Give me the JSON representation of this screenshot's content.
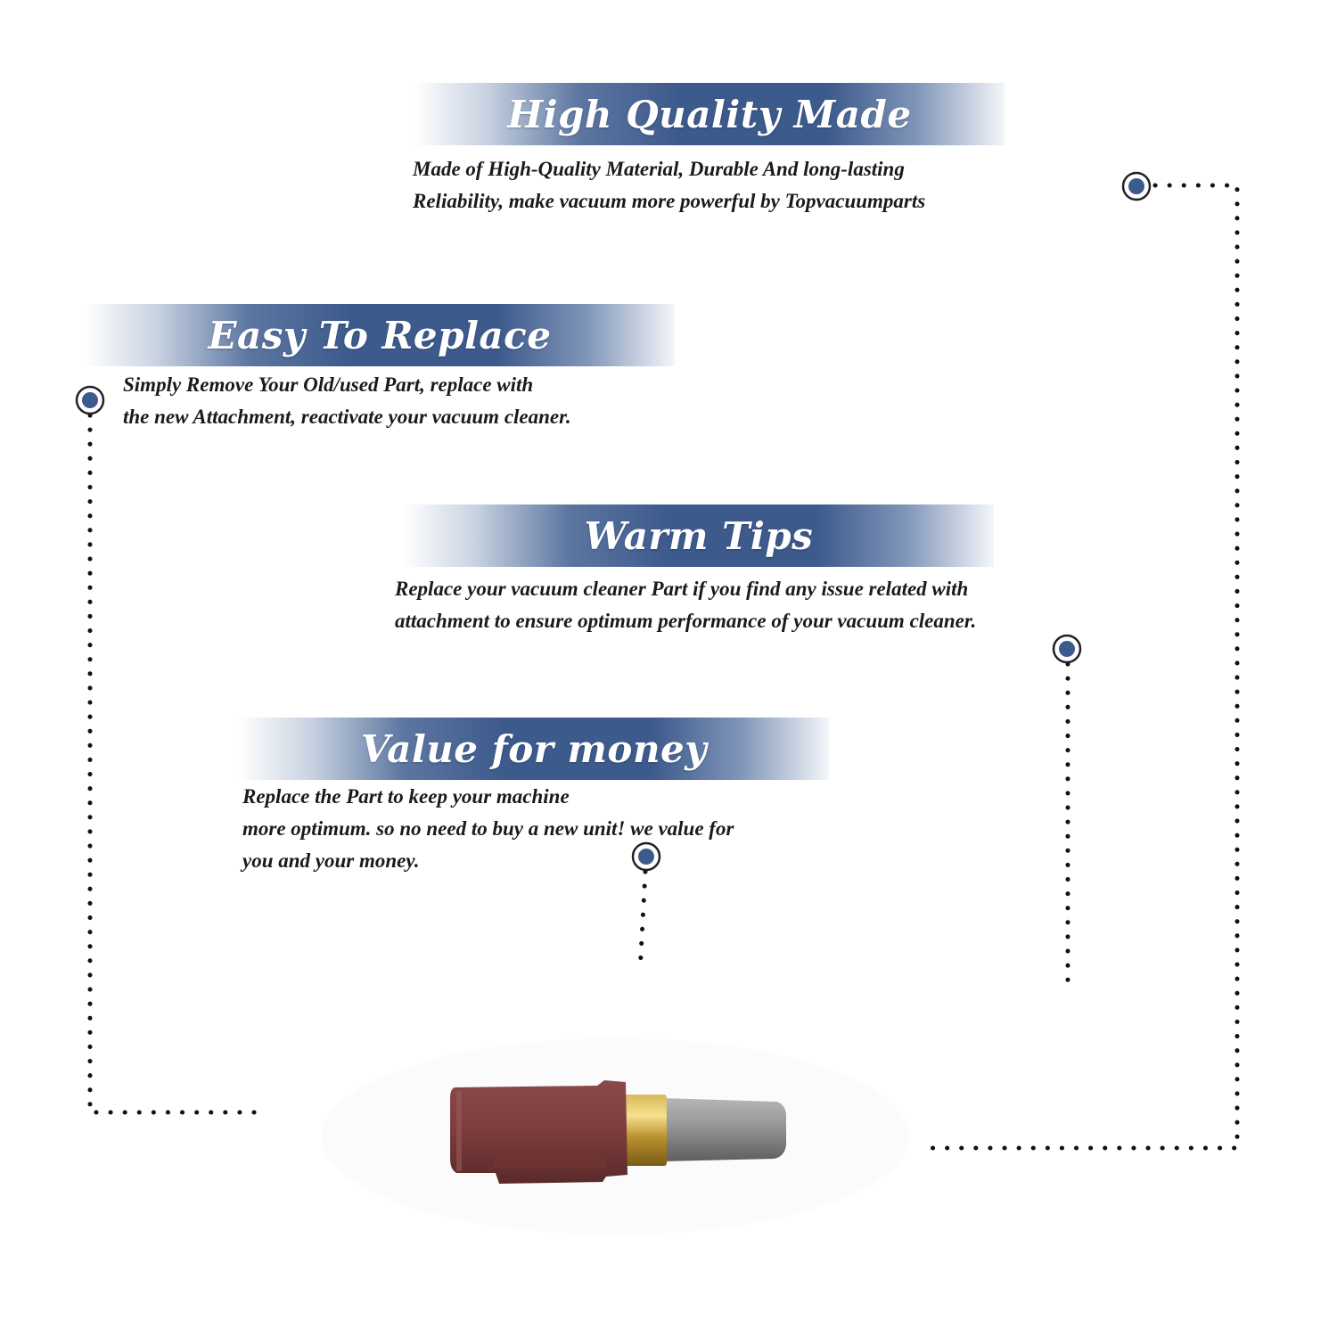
{
  "colors": {
    "banner_dark": "#3d5a8c",
    "banner_fade": "#ffffff",
    "bullet": "#3d5a8c",
    "text": "#1a1a1a"
  },
  "sections": [
    {
      "title": "High Quality Made",
      "lines": [
        "Made of  High-Quality Material, Durable And long-lasting",
        "Reliability, make vacuum more powerful by Topvacuumparts"
      ]
    },
    {
      "title": "Easy To Replace",
      "lines": [
        "Simply Remove Your Old/used Part, replace with",
        "the new Attachment, reactivate your vacuum cleaner."
      ]
    },
    {
      "title": "Warm Tips",
      "lines": [
        "Replace your vacuum cleaner Part if you find any issue related with",
        " attachment to ensure optimum performance of your vacuum cleaner."
      ]
    },
    {
      "title": "Value for money",
      "lines": [
        "Replace the Part to keep your machine",
        "more optimum. so no need to buy a new unit! we value for",
        "you and your money."
      ]
    }
  ],
  "product": {
    "icon": "carbon-brush-icon"
  }
}
